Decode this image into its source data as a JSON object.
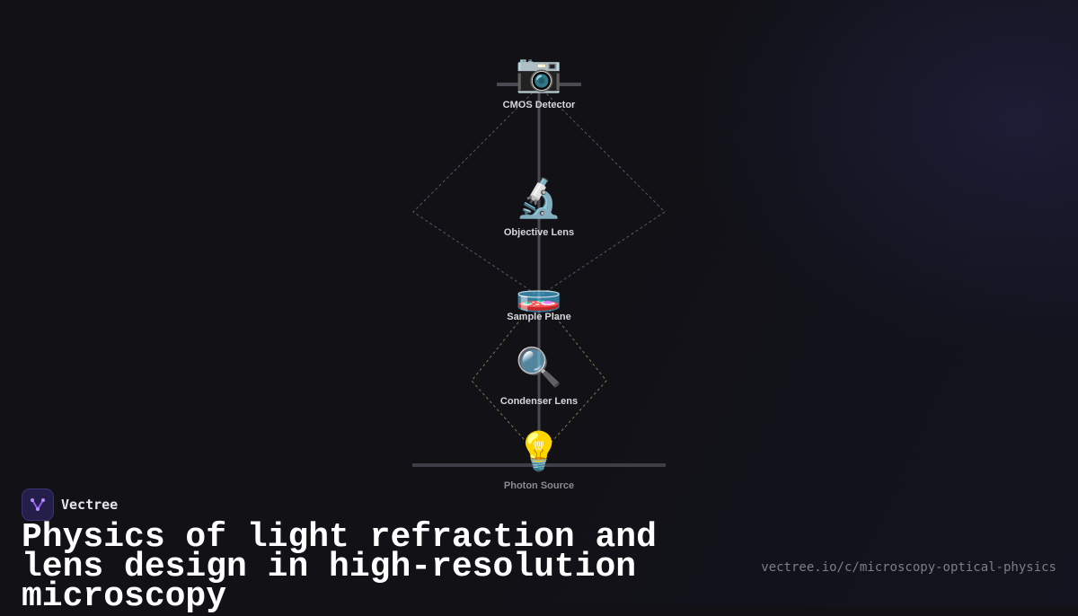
{
  "diagram": {
    "nodes": [
      {
        "key": "cmos",
        "icon": "camera-icon",
        "glyph": "📷",
        "label": "CMOS Detector"
      },
      {
        "key": "objective",
        "icon": "microscope-icon",
        "glyph": "🔬",
        "label": "Objective Lens"
      },
      {
        "key": "sample",
        "icon": "petri-dish-icon",
        "glyph": "🧫",
        "label": "Sample Plane"
      },
      {
        "key": "condenser",
        "icon": "magnifying-glass-icon",
        "glyph": "🔍",
        "label": "Condenser Lens"
      },
      {
        "key": "source",
        "icon": "light-bulb-icon",
        "glyph": "💡",
        "label": "Photon Source"
      }
    ]
  },
  "brand": {
    "name": "Vectree",
    "logo_icon": "vectree-logo-icon"
  },
  "headline": "Physics of light refraction and lens design in high-resolution microscopy",
  "url": "vectree.io/c/microscopy-optical-physics",
  "colors": {
    "background": "#111116",
    "optical_axis": "#4a4a52",
    "upper_cone": "#5a5a66",
    "lower_cone": "#7a7a4a",
    "brand_accent": "#8e5cf0"
  }
}
